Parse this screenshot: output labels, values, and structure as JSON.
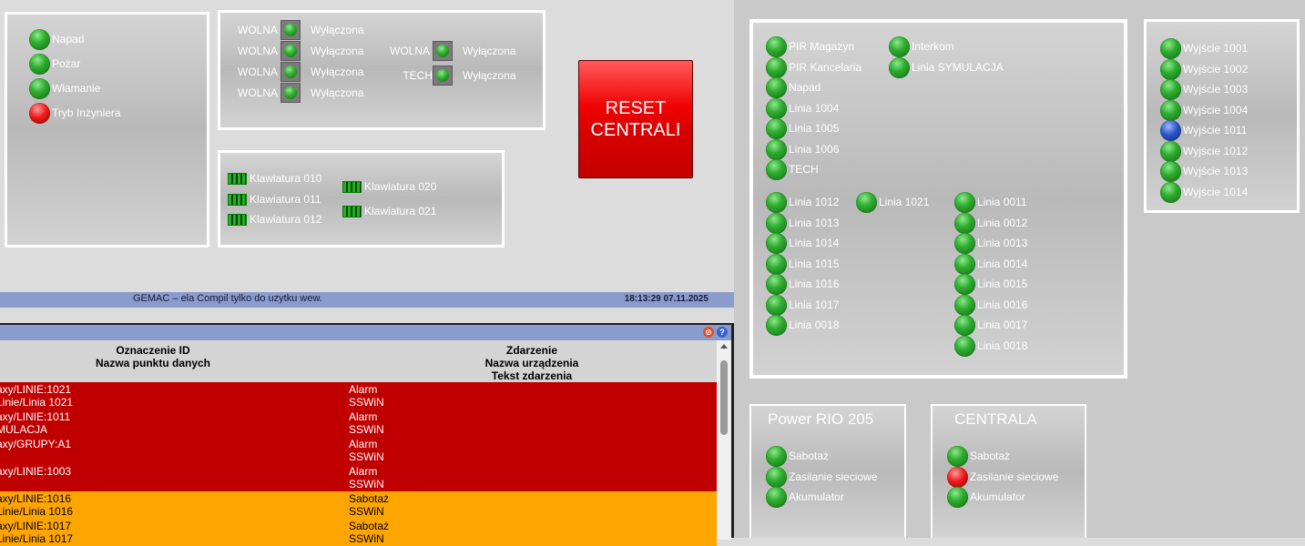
{
  "colors": {
    "led_green": "#2fae2f",
    "led_red": "#f01a1a",
    "led_blue": "#2b56c9",
    "alarm_row": "#c00000",
    "tamper_row": "#ffa500",
    "status_bar": "#8a9ccc"
  },
  "alarm_types": [
    {
      "label": "Napad",
      "state": "green"
    },
    {
      "label": "Pożar",
      "state": "green"
    },
    {
      "label": "Włamanie",
      "state": "green"
    },
    {
      "label": "Tryb Inżyniera",
      "state": "red"
    }
  ],
  "zones": [
    {
      "name": "WOLNA",
      "state": "Wyłączona"
    },
    {
      "name": "WOLNA",
      "state": "Wyłączona"
    },
    {
      "name": "WOLNA",
      "state": "Wyłączona"
    },
    {
      "name": "WOLNA",
      "state": "Wyłączona"
    },
    {
      "name": "WOLNA",
      "state": "Wyłączona"
    },
    {
      "name": "TECH",
      "state": "Wyłączona"
    }
  ],
  "keyboards": [
    "Klawiatura 010",
    "Klawiatura 011",
    "Klawiatura 012",
    "Klawiatura 020",
    "Klawiatura 021"
  ],
  "reset": {
    "line1": "RESET",
    "line2": "CENTRALI"
  },
  "status": {
    "message": "GEMAC – ela Compil tylko do uzytku wew.",
    "clock": "18:13:29 07.11.2025"
  },
  "table": {
    "col1_header": [
      "Oznaczenie ID",
      "Nazwa punktu danych"
    ],
    "col2_header": [
      "Zdarzenie",
      "Nazwa urządzenia",
      "Tekst zdarzenia"
    ],
    "rows": [
      {
        "kind": "alarm",
        "id": "axy/LINIE:1021",
        "name": "Linie/Linia 1021",
        "event": "Alarm",
        "device": "SSWiN"
      },
      {
        "kind": "alarm",
        "id": "axy/LINIE:1011",
        "name": "MULACJA",
        "event": "Alarm",
        "device": "SSWiN"
      },
      {
        "kind": "alarm",
        "id": "axy/GRUPY:A1",
        "name": "",
        "event": "Alarm",
        "device": "SSWiN"
      },
      {
        "kind": "alarm",
        "id": "axy/LINIE:1003",
        "name": "",
        "event": "Alarm",
        "device": "SSWiN"
      },
      {
        "kind": "tamper",
        "id": "axy/LINIE:1016",
        "name": "Linie/Linia 1016",
        "event": "Sabotaż",
        "device": "SSWiN"
      },
      {
        "kind": "tamper",
        "id": "axy/LINIE:1017",
        "name": "Linie/Linia 1017",
        "event": "Sabotaż",
        "device": "SSWiN"
      }
    ]
  },
  "lines_panel": {
    "col_a": [
      "PIR Magazyn",
      "PIR Kancelaria",
      "Napad",
      "Linia 1004",
      "Linia 1005",
      "Linia 1006",
      "TECH"
    ],
    "col_b": [
      "Interkom",
      "Linia SYMULACJA"
    ],
    "col_c": [
      "Linia 1012",
      "Linia 1013",
      "Linia 1014",
      "Linia 1015",
      "Linia 1016",
      "Linia 1017",
      "Linia 0018"
    ],
    "col_d": [
      "Linia 1021"
    ],
    "col_e": [
      "Linia 0011",
      "Linia 0012",
      "Linia 0013",
      "Linia 0014",
      "Linia 0015",
      "Linia 0016",
      "Linia 0017",
      "Linia 0018"
    ]
  },
  "outputs": [
    {
      "label": "Wyjście 1001",
      "state": "green"
    },
    {
      "label": "Wyjście 1002",
      "state": "green"
    },
    {
      "label": "Wyjście 1003",
      "state": "green"
    },
    {
      "label": "Wyjście 1004",
      "state": "green"
    },
    {
      "label": "Wyjście 1011",
      "state": "blue"
    },
    {
      "label": "Wyjście 1012",
      "state": "green"
    },
    {
      "label": "Wyjście 1013",
      "state": "green"
    },
    {
      "label": "Wyjście 1014",
      "state": "green"
    }
  ],
  "power_rio": {
    "title": "Power RIO 205",
    "items": [
      {
        "label": "Sabotaż",
        "state": "green"
      },
      {
        "label": "Zasilanie sieciowe",
        "state": "green"
      },
      {
        "label": "Akumulator",
        "state": "green"
      }
    ]
  },
  "centrala": {
    "title": "CENTRALA",
    "items": [
      {
        "label": "Sabotaż",
        "state": "green"
      },
      {
        "label": "Zasilanie sieciowe",
        "state": "red"
      },
      {
        "label": "Akumulator",
        "state": "green"
      }
    ]
  }
}
